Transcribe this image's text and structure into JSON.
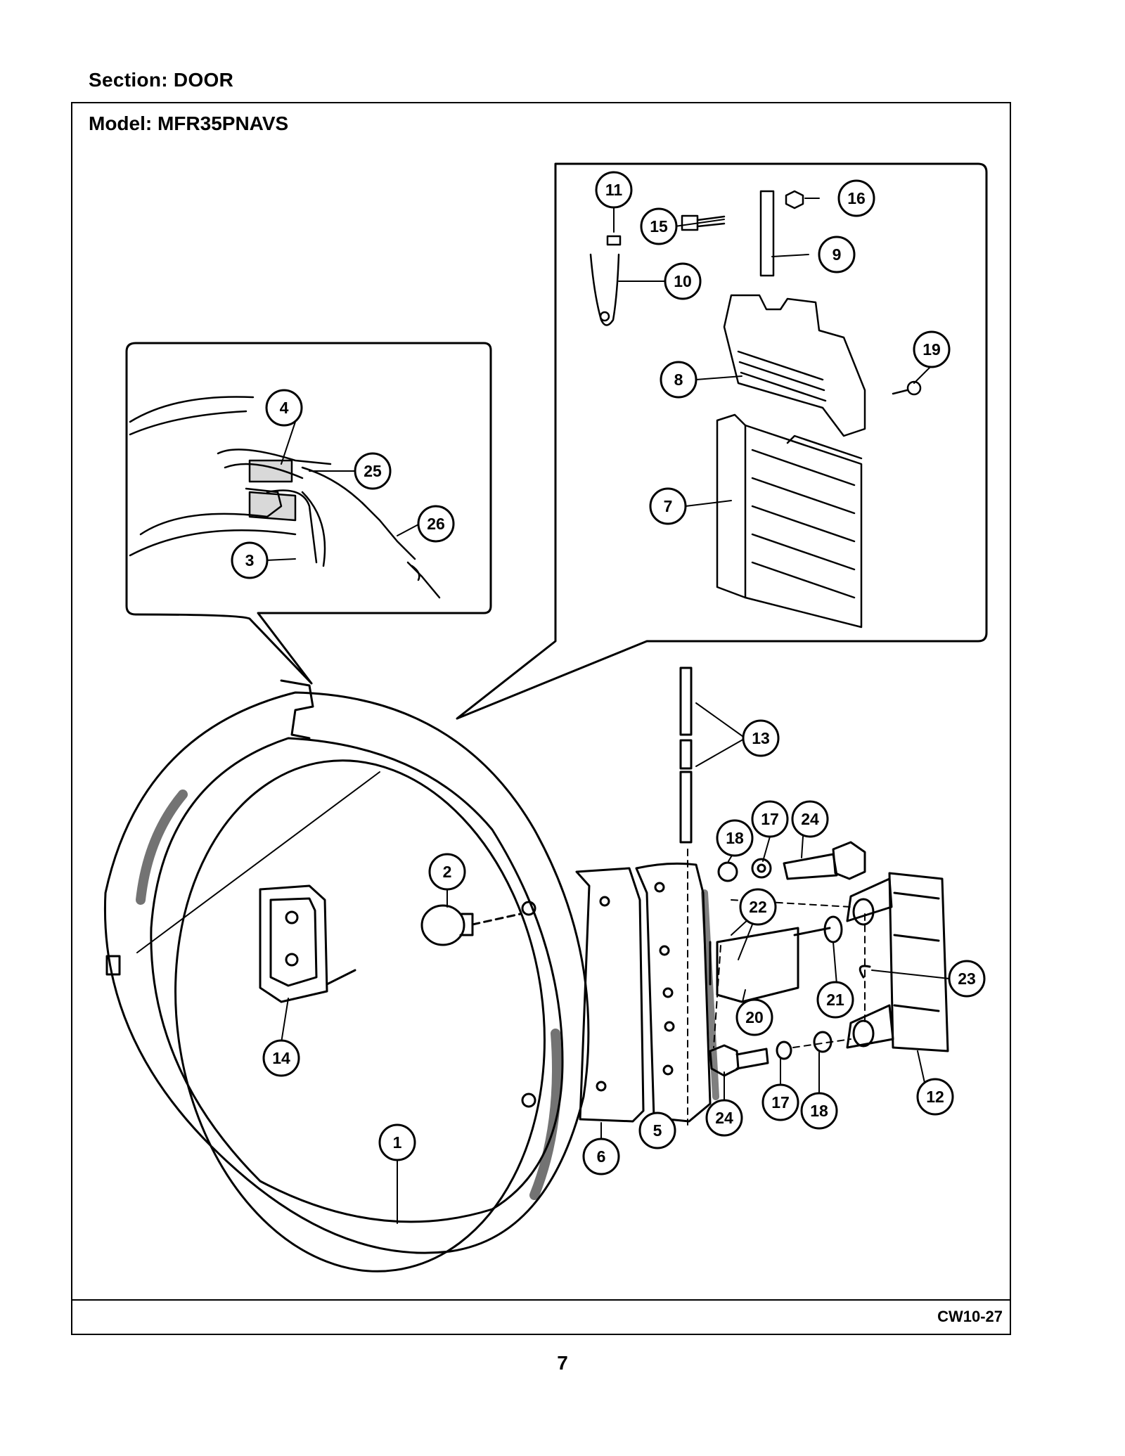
{
  "header": {
    "section_label": "Section:  DOOR",
    "model_label": "Model:  MFR35PNAVS"
  },
  "diagram": {
    "callouts": [
      "1",
      "2",
      "3",
      "4",
      "5",
      "6",
      "7",
      "8",
      "9",
      "10",
      "11",
      "12",
      "13",
      "14",
      "15",
      "16",
      "17",
      "17",
      "18",
      "18",
      "19",
      "20",
      "21",
      "22",
      "23",
      "24",
      "24",
      "25",
      "26"
    ]
  },
  "footer": {
    "doc_code": "CW10-27",
    "page_number": "7"
  }
}
